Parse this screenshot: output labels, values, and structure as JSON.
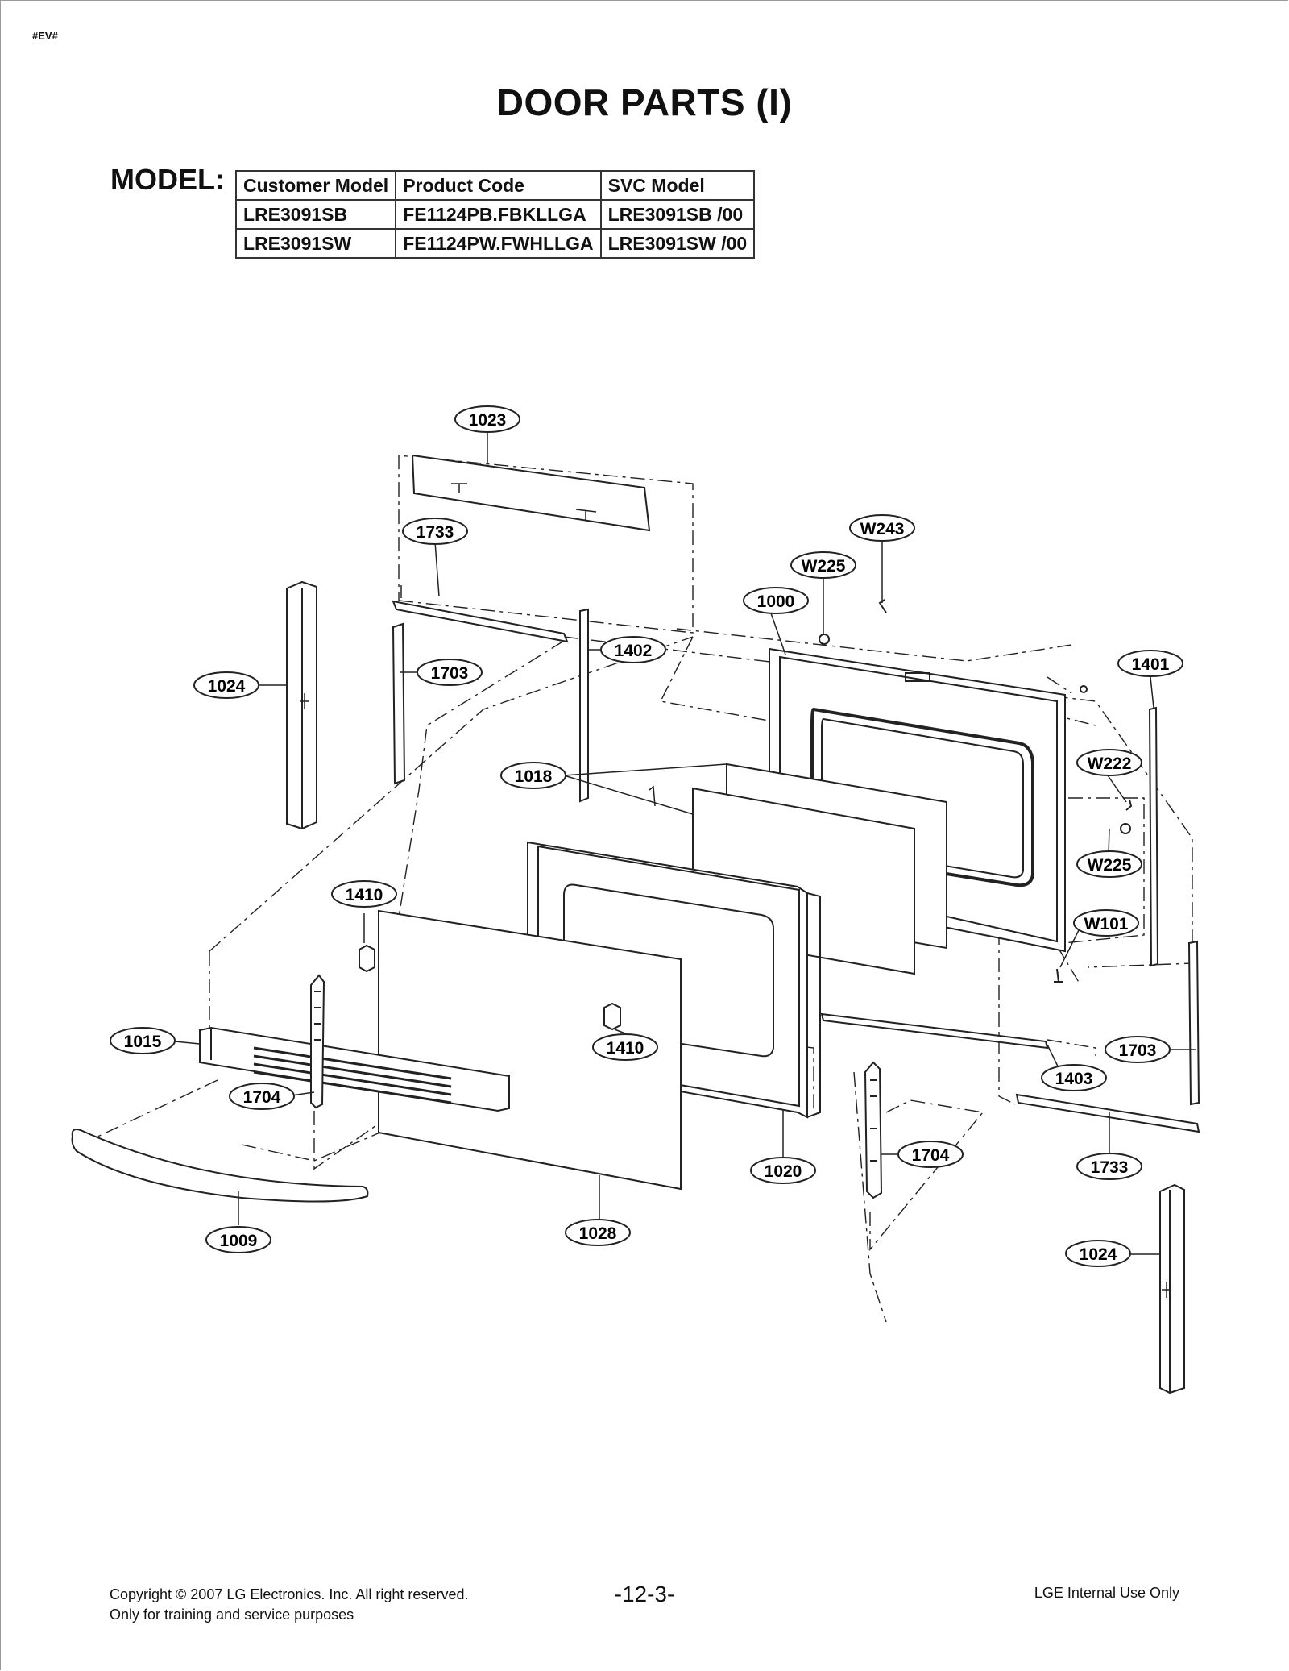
{
  "header": {
    "tag": "#EV#",
    "title": "DOOR PARTS (I)",
    "model_label": "MODEL:"
  },
  "model_table": {
    "headers": [
      "Customer Model",
      "Product Code",
      "SVC Model"
    ],
    "rows": [
      [
        "LRE3091SB",
        "FE1124PB.FBKLLGA",
        "LRE3091SB /00"
      ],
      [
        "LRE3091SW",
        "FE1124PW.FWHLLGA",
        "LRE3091SW /00"
      ]
    ]
  },
  "callouts": [
    "1023",
    "1733",
    "W243",
    "W225",
    "1000",
    "1401",
    "1024",
    "1703",
    "1402",
    "W222",
    "1018",
    "W225",
    "1410",
    "W101",
    "1015",
    "1410",
    "1703",
    "1403",
    "1704",
    "1020",
    "1704",
    "1733",
    "1009",
    "1028",
    "1024"
  ],
  "footer": {
    "copyright": "Copyright © 2007 LG Electronics. Inc. All right reserved.",
    "purpose": "Only for training and service purposes",
    "page": "-12-3-",
    "internal": "LGE Internal Use Only"
  }
}
